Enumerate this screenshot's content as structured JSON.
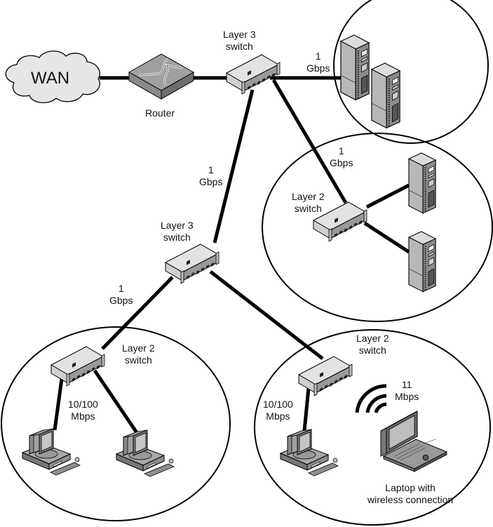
{
  "diagram": {
    "title": "",
    "nodes": {
      "wan": {
        "label": "WAN",
        "type": "cloud"
      },
      "router": {
        "label": "Router",
        "type": "router"
      },
      "core_switch": {
        "label": "Layer 3\nswitch",
        "line1": "Layer 3",
        "line2": "switch",
        "type": "layer3-switch"
      },
      "dist_switch": {
        "label": "Layer 3\nswitch",
        "line1": "Layer 3",
        "line2": "switch",
        "type": "layer3-switch"
      },
      "server_l2_switch": {
        "label": "Layer 2\nswitch",
        "line1": "Layer 2",
        "line2": "switch",
        "type": "layer2-switch"
      },
      "left_l2_switch": {
        "label": "Layer 2\nswitch",
        "line1": "Layer 2",
        "line2": "switch",
        "type": "layer2-switch"
      },
      "right_l2_switch": {
        "label": "Layer 2\nswitch",
        "line1": "Layer 2",
        "line2": "switch",
        "type": "layer2-switch"
      },
      "laptop": {
        "label": "Laptop with\nwireless connection",
        "line1": "Laptop with",
        "line2": "wireless connection",
        "type": "laptop"
      }
    },
    "link_labels": {
      "core_to_servers": {
        "line1": "1",
        "line2": "Gbps"
      },
      "core_to_l2_servers": {
        "line1": "1",
        "line2": "Gbps"
      },
      "core_to_dist": {
        "line1": "1",
        "line2": "Gbps"
      },
      "dist_to_left_l2": {
        "line1": "1",
        "line2": "Gbps"
      },
      "left_l2_to_pcs": {
        "line1": "10/100",
        "line2": "Mbps"
      },
      "right_l2_to_pc": {
        "line1": "10/100",
        "line2": "Mbps"
      },
      "wireless": {
        "line1": "11",
        "line2": "Mbps"
      }
    },
    "edges": [
      [
        "wan",
        "router"
      ],
      [
        "router",
        "core_switch"
      ],
      [
        "core_switch",
        "server_group_top"
      ],
      [
        "core_switch",
        "server_l2_switch"
      ],
      [
        "core_switch",
        "dist_switch"
      ],
      [
        "server_l2_switch",
        "server_1"
      ],
      [
        "server_l2_switch",
        "server_2"
      ],
      [
        "dist_switch",
        "left_l2_switch"
      ],
      [
        "dist_switch",
        "right_l2_switch"
      ],
      [
        "left_l2_switch",
        "pc_1"
      ],
      [
        "left_l2_switch",
        "pc_2"
      ],
      [
        "right_l2_switch",
        "pc_3"
      ],
      [
        "right_l2_switch",
        "laptop (wireless)"
      ]
    ],
    "colors": {
      "line": "#000000",
      "device_light": "#e0e0e0",
      "device_mid": "#b4b4b4",
      "device_dark": "#7a7a7a",
      "cloud_fill": "#e6e6e6"
    }
  }
}
